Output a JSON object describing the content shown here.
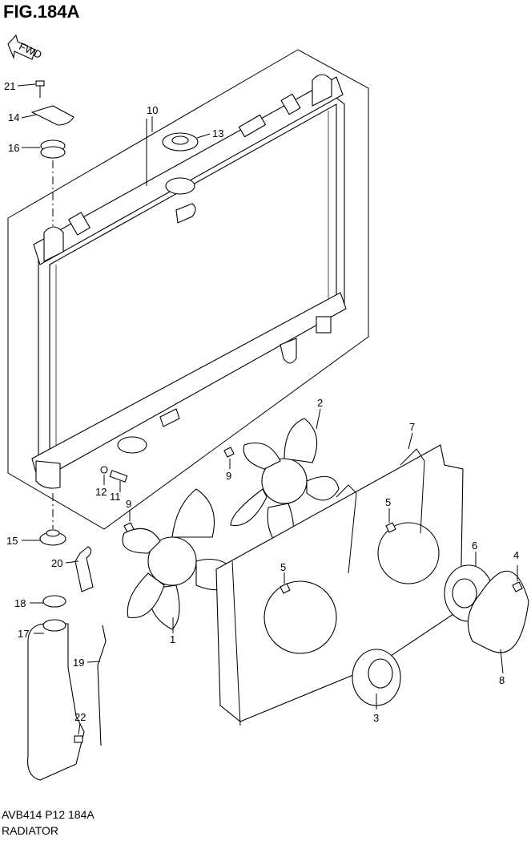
{
  "figure": {
    "title": "FIG.184A",
    "code": "AVB414 P12 184A",
    "name": "RADIATOR"
  },
  "fwd_label": "FWD",
  "callouts": [
    "1",
    "2",
    "3",
    "4",
    "5",
    "5",
    "6",
    "7",
    "8",
    "9",
    "9",
    "10",
    "11",
    "12",
    "13",
    "14",
    "15",
    "16",
    "17",
    "18",
    "19",
    "20",
    "21",
    "22"
  ]
}
